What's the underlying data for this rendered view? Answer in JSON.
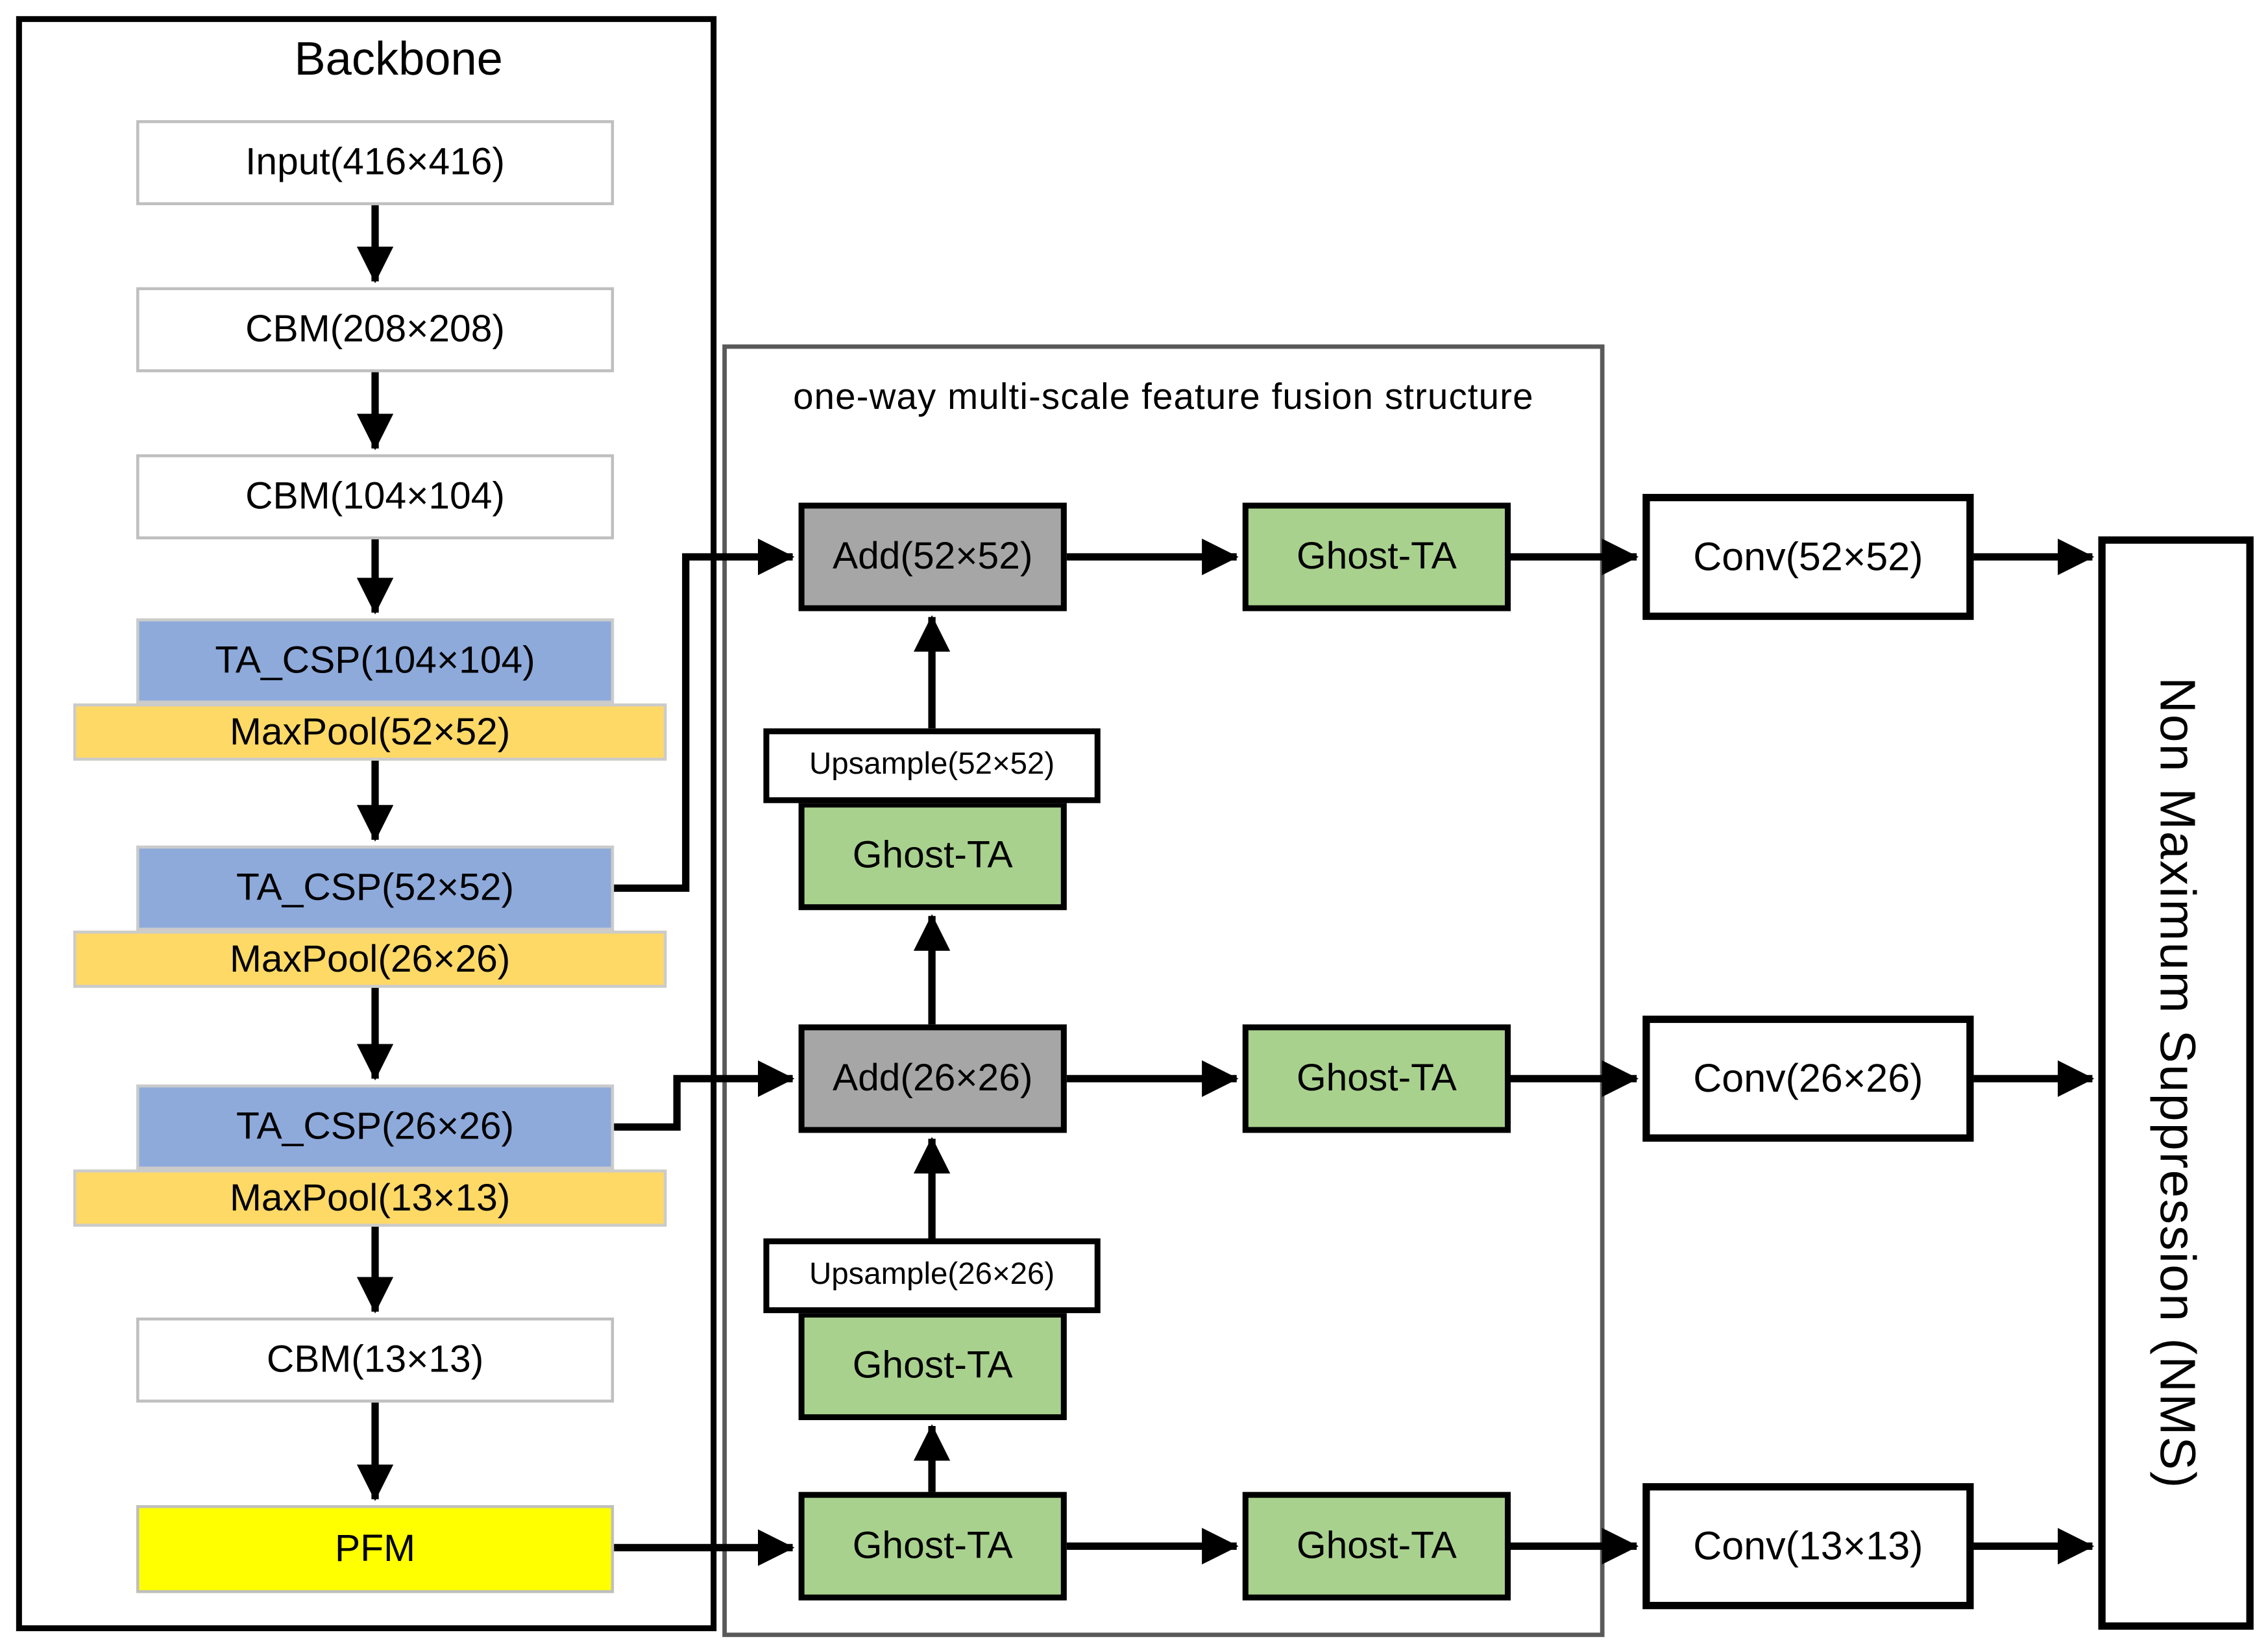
{
  "backbone": {
    "title": "Backbone",
    "input": "Input(416×416)",
    "cbm208": "CBM(208×208)",
    "cbm104": "CBM(104×104)",
    "tacsp104": "TA_CSP(104×104)",
    "maxpool52": "MaxPool(52×52)",
    "tacsp52": "TA_CSP(52×52)",
    "maxpool26": "MaxPool(26×26)",
    "tacsp26": "TA_CSP(26×26)",
    "maxpool13": "MaxPool(13×13)",
    "cbm13": "CBM(13×13)",
    "pfm": "PFM"
  },
  "fusion": {
    "title": "one-way multi-scale feature fusion structure",
    "add52": "Add(52×52)",
    "ghost_after_add52": "Ghost-TA",
    "upsample52": "Upsample(52×52)",
    "ghost_before_upsample52": "Ghost-TA",
    "add26": "Add(26×26)",
    "ghost_after_add26": "Ghost-TA",
    "upsample26": "Upsample(26×26)",
    "ghost_before_upsample26": "Ghost-TA",
    "ghost_13_first": "Ghost-TA",
    "ghost_13_second": "Ghost-TA"
  },
  "head": {
    "conv52": "Conv(52×52)",
    "conv26": "Conv(26×26)",
    "conv13": "Conv(13×13)",
    "nms": "Non Maximum Suppression (NMS)"
  },
  "colors": {
    "tacsp_blue": "#8EAADB",
    "maxpool_gold": "#FFD966",
    "pfm_yellow": "#FFFF00",
    "ghost_green": "#A9D18E",
    "add_gray": "#A6A6A6",
    "fusion_border_gray": "#595959",
    "line_black": "#000000"
  }
}
